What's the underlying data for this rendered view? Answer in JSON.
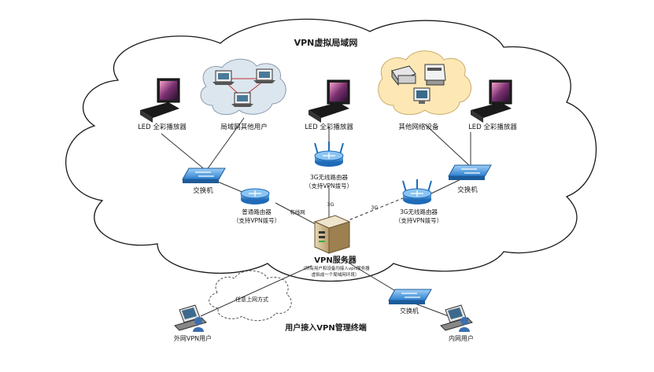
{
  "diagram": {
    "title": "VPN虚拟局域网",
    "bottom_title": "用户接入VPN管理终端",
    "nodes": {
      "led_left": "LED 全彩播放器",
      "lan_users": "局域网其他用户",
      "led_center": "LED 全彩播放器",
      "other_devices": "其他网络设备",
      "led_right": "LED 全彩播放器",
      "switch_left": "交换机",
      "switch_right": "交换机",
      "router_3g_top_l1": "3G无线路由器",
      "router_3g_top_l2": "（支持VPN拨号）",
      "router_normal_l1": "普通路由器",
      "router_normal_l2": "（支持VPN拨号）",
      "router_3g_right_l1": "3G无线路由器",
      "router_3g_right_l2": "（支持VPN拨号）",
      "vpn_server": "VPN服务器",
      "vpn_server_note_l1": "（所有用户和设备均接入vpn服务器",
      "vpn_server_note_l2": "虚拟成一个局域网环境）",
      "any_access": "任意上网方式",
      "switch_bottom": "交换机",
      "external_vpn_user": "外网VPN用户",
      "internal_user": "内网用户"
    },
    "links": {
      "wired": "有线网",
      "g3_top": "3G",
      "g3_right": "3G"
    }
  },
  "colors": {
    "cloud_stroke": "#222222",
    "switch_blue": "#3b8fd9",
    "router_blue": "#2a79c9",
    "lan_cloud": "#d9e4ee",
    "device_cloud": "#fde8b5"
  }
}
